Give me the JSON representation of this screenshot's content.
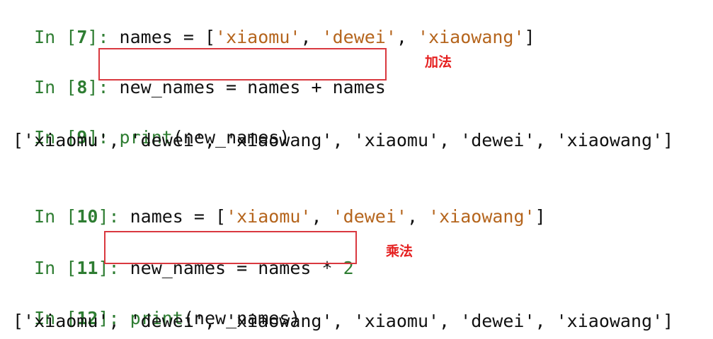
{
  "cells": [
    {
      "prompt_in": "In [",
      "num": "7",
      "prompt_end": "]: ",
      "pre": "names = [",
      "s1": "'xiaomu'",
      "c1": ", ",
      "s2": "'dewei'",
      "c2": ", ",
      "s3": "'xiaowang'",
      "post": "]"
    },
    {
      "prompt_in": "In [",
      "num": "8",
      "prompt_end": "]: ",
      "code": "new_names = names + names"
    },
    {
      "prompt_in": "In [",
      "num": "9",
      "prompt_end": "]: ",
      "kw": "print",
      "code": "(new_names)",
      "output": "['xiaomu', 'dewei', 'xiaowang', 'xiaomu', 'dewei', 'xiaowang']"
    },
    {
      "prompt_in": "In [",
      "num": "10",
      "prompt_end": "]: ",
      "pre": "names = [",
      "s1": "'xiaomu'",
      "c1": ", ",
      "s2": "'dewei'",
      "c2": ", ",
      "s3": "'xiaowang'",
      "post": "]"
    },
    {
      "prompt_in": "In [",
      "num": "11",
      "prompt_end": "]: ",
      "code": "new_names = names * ",
      "code_num": "2"
    },
    {
      "prompt_in": "In [",
      "num": "12",
      "prompt_end": "]: ",
      "kw": "print",
      "code": "(new_names)",
      "output": "['xiaomu', 'dewei', 'xiaowang', 'xiaomu', 'dewei', 'xiaowang']"
    }
  ],
  "annotations": {
    "addition": "加法",
    "multiplication": "乘法"
  },
  "colors": {
    "prompt": "#2e7d32",
    "string": "#b5651d",
    "box_border": "#d9383f",
    "note": "#e52020"
  }
}
